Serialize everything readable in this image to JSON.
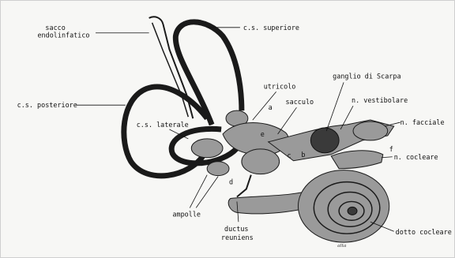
{
  "labels": {
    "sacco_line1": "sacco",
    "sacco_line2": "endolinfatico",
    "cs_superiore": "c.s. superiore",
    "cs_posteriore": "c.s. posteriore",
    "cs_laterale": "c.s. laterale",
    "utricolo": "utricolo",
    "sacculo": "sacculo",
    "ganglio_scarpa": "ganglio di Scarpa",
    "n_vestibolare": "n. vestibolare",
    "n_facciale": "n. facciale",
    "n_cocleare": "n. cocleare",
    "ampolle": "ampolle",
    "ductus_line1": "ductus",
    "ductus_line2": "reuniens",
    "dotto_cocleare": "dotto cocleare",
    "letter_a": "a",
    "letter_b": "b",
    "letter_c": "c",
    "letter_d": "d",
    "letter_e": "e",
    "letter_f": "f"
  },
  "signature": "alta"
}
